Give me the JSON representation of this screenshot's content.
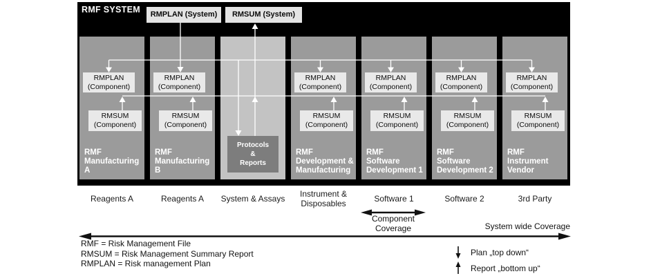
{
  "title": "RMF SYSTEM",
  "system_boxes": {
    "rmplan": "RMPLAN (System)",
    "rmsum": "RMSUM (System)"
  },
  "component_box": {
    "rmplan": [
      "RMPLAN",
      "(Component)"
    ],
    "rmsum": [
      "RMSUM",
      "(Component)"
    ]
  },
  "protocols_box": [
    "Protocols",
    "&",
    "Reports"
  ],
  "columns": [
    {
      "footer": [
        "RMF",
        "Manufacturing A"
      ],
      "bottom_label": "Reagents A"
    },
    {
      "footer": [
        "RMF",
        "Manufacturing B"
      ],
      "bottom_label": "Reagents A"
    },
    {
      "footer": [],
      "bottom_label": "System & Assays"
    },
    {
      "footer": [
        "RMF",
        "Development &",
        "Manufacturing"
      ],
      "bottom_label": "Instrument & Disposables"
    },
    {
      "footer": [
        "RMF",
        "Software",
        "Development 1"
      ],
      "bottom_label": "Software 1"
    },
    {
      "footer": [
        "RMF",
        "Software",
        "Development 2"
      ],
      "bottom_label": "Software 2"
    },
    {
      "footer": [
        "RMF",
        "Instrument",
        "Vendor"
      ],
      "bottom_label": "3rd Party"
    }
  ],
  "coverage": {
    "component_label": [
      "Component",
      "Coverage"
    ],
    "system_wide_label": "System wide Coverage"
  },
  "legend": {
    "abbreviations": [
      "RMF = Risk Management File",
      "RMSUM = Risk Management Summary Report",
      "RMPLAN = Risk management Plan"
    ],
    "plan_arrow": "Plan „top down“",
    "report_arrow": "Report „bottom up“"
  },
  "colors": {
    "frame_bg": "#000000",
    "column_bg": "#9b9b9b",
    "system_assays_column_bg": "#c3c3c3",
    "component_box_bg": "#e9e9e9",
    "system_box_bg": "#e4e4e4",
    "protocols_box_bg": "#7d7d7d",
    "connector": "#ffffff",
    "text_dark": "#111111",
    "text_light": "#ffffff"
  }
}
